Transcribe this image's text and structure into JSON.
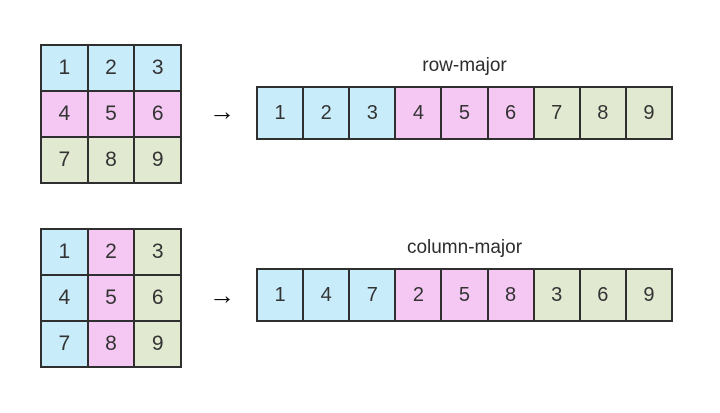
{
  "arrow_icon": "→",
  "colors": {
    "blue": "#c9ecfa",
    "pink": "#f4c8f3",
    "green": "#e1e9d1",
    "border": "#2f2f2f",
    "text": "#333333"
  },
  "sections": [
    {
      "label": "row-major",
      "grid": [
        {
          "v": "1",
          "c": "blue"
        },
        {
          "v": "2",
          "c": "blue"
        },
        {
          "v": "3",
          "c": "blue"
        },
        {
          "v": "4",
          "c": "pink"
        },
        {
          "v": "5",
          "c": "pink"
        },
        {
          "v": "6",
          "c": "pink"
        },
        {
          "v": "7",
          "c": "green"
        },
        {
          "v": "8",
          "c": "green"
        },
        {
          "v": "9",
          "c": "green"
        }
      ],
      "array": [
        {
          "v": "1",
          "c": "blue"
        },
        {
          "v": "2",
          "c": "blue"
        },
        {
          "v": "3",
          "c": "blue"
        },
        {
          "v": "4",
          "c": "pink"
        },
        {
          "v": "5",
          "c": "pink"
        },
        {
          "v": "6",
          "c": "pink"
        },
        {
          "v": "7",
          "c": "green"
        },
        {
          "v": "8",
          "c": "green"
        },
        {
          "v": "9",
          "c": "green"
        }
      ]
    },
    {
      "label": "column-major",
      "grid": [
        {
          "v": "1",
          "c": "blue"
        },
        {
          "v": "2",
          "c": "pink"
        },
        {
          "v": "3",
          "c": "green"
        },
        {
          "v": "4",
          "c": "blue"
        },
        {
          "v": "5",
          "c": "pink"
        },
        {
          "v": "6",
          "c": "green"
        },
        {
          "v": "7",
          "c": "blue"
        },
        {
          "v": "8",
          "c": "pink"
        },
        {
          "v": "9",
          "c": "green"
        }
      ],
      "array": [
        {
          "v": "1",
          "c": "blue"
        },
        {
          "v": "4",
          "c": "blue"
        },
        {
          "v": "7",
          "c": "blue"
        },
        {
          "v": "2",
          "c": "pink"
        },
        {
          "v": "5",
          "c": "pink"
        },
        {
          "v": "8",
          "c": "pink"
        },
        {
          "v": "3",
          "c": "green"
        },
        {
          "v": "6",
          "c": "green"
        },
        {
          "v": "9",
          "c": "green"
        }
      ]
    }
  ]
}
